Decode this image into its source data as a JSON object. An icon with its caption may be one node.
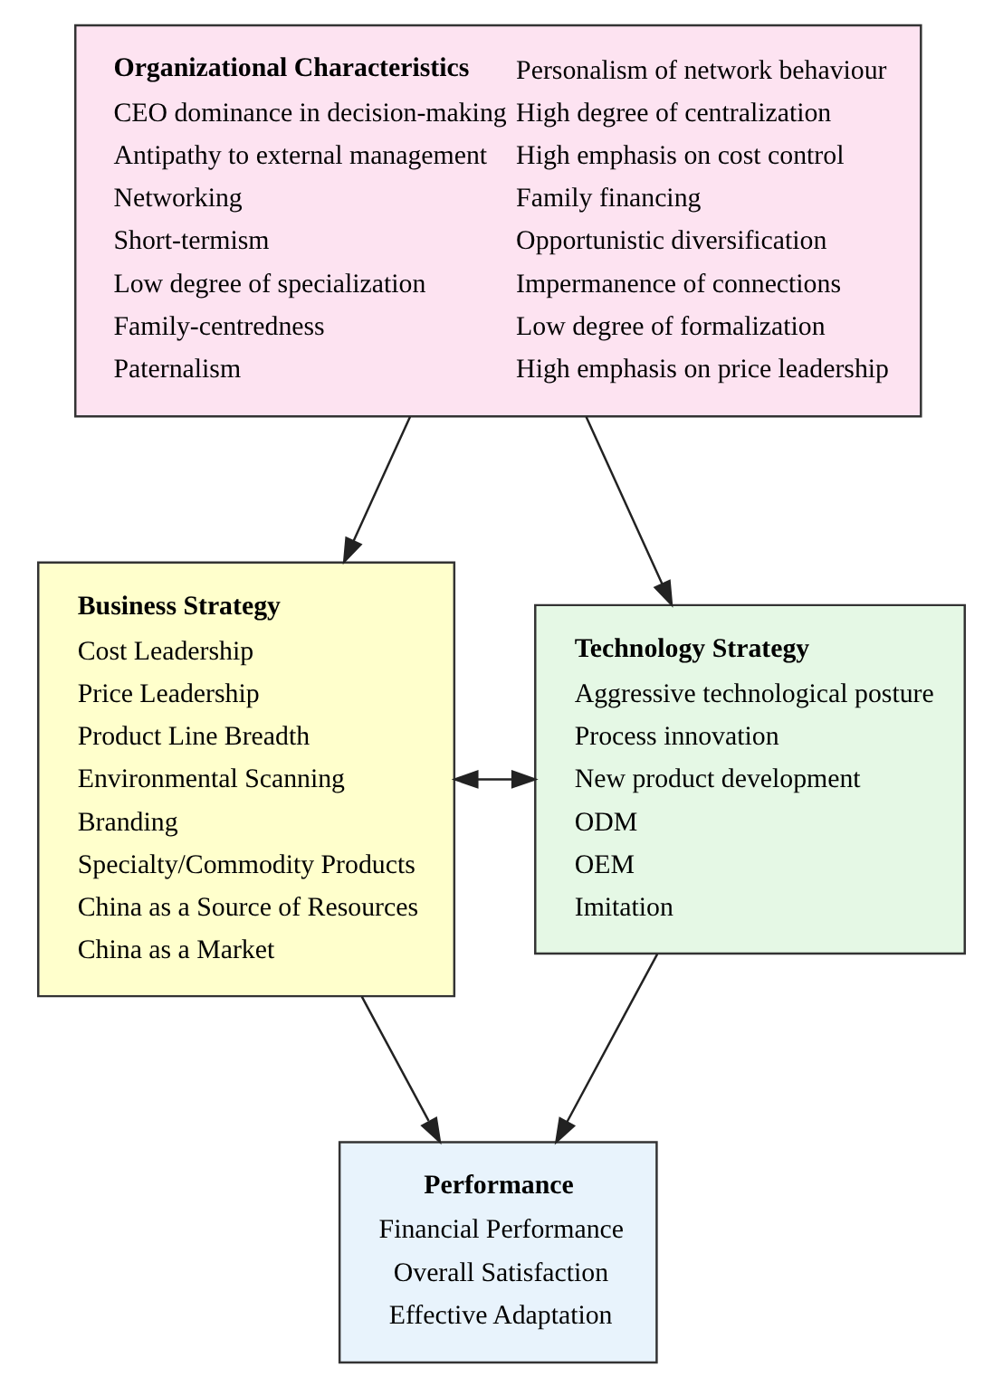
{
  "diagram": {
    "nodes": [
      {
        "text": [
          "Organizational Characteristics",
          "CEO dominance in decision-making",
          "Antipathy to external management",
          "Networking",
          "Short-termism",
          "Low degree of specialization",
          "Family-centredness",
          "Paternalism",
          "Personalism of network behaviour",
          "High degree of centralization",
          "High emphasis on cost control",
          "Family financing",
          "Opportunistic diversification",
          "Impermanence of connections",
          "Low degree of formalization",
          "High emphasis on price leadership"
        ]
      },
      {
        "text": [
          "Business Strategy",
          "Cost Leadership",
          "Price Leadership",
          "Product Line Breadth",
          "Environmental Scanning",
          "Branding",
          "Specialty/Commodity Products",
          "China as a Source of Resources",
          "China as a Market"
        ]
      },
      {
        "text": [
          "Technology Strategy",
          "Aggressive technological posture",
          "Process innovation",
          "New product development",
          "ODM",
          "OEM",
          "Imitation"
        ]
      },
      {
        "text": [
          "Performance",
          "Financial Performance",
          "Overall Satisfaction",
          "Effective Adaptation"
        ]
      }
    ],
    "edges": [
      {
        "from": 0,
        "to": 1,
        "arrow": "to"
      },
      {
        "from": 0,
        "to": 2,
        "arrow": "to"
      },
      {
        "from": 1,
        "to": 2,
        "arrow": "both"
      },
      {
        "from": 1,
        "to": 3,
        "arrow": "to"
      },
      {
        "from": 2,
        "to": 3,
        "arrow": "to"
      }
    ]
  }
}
